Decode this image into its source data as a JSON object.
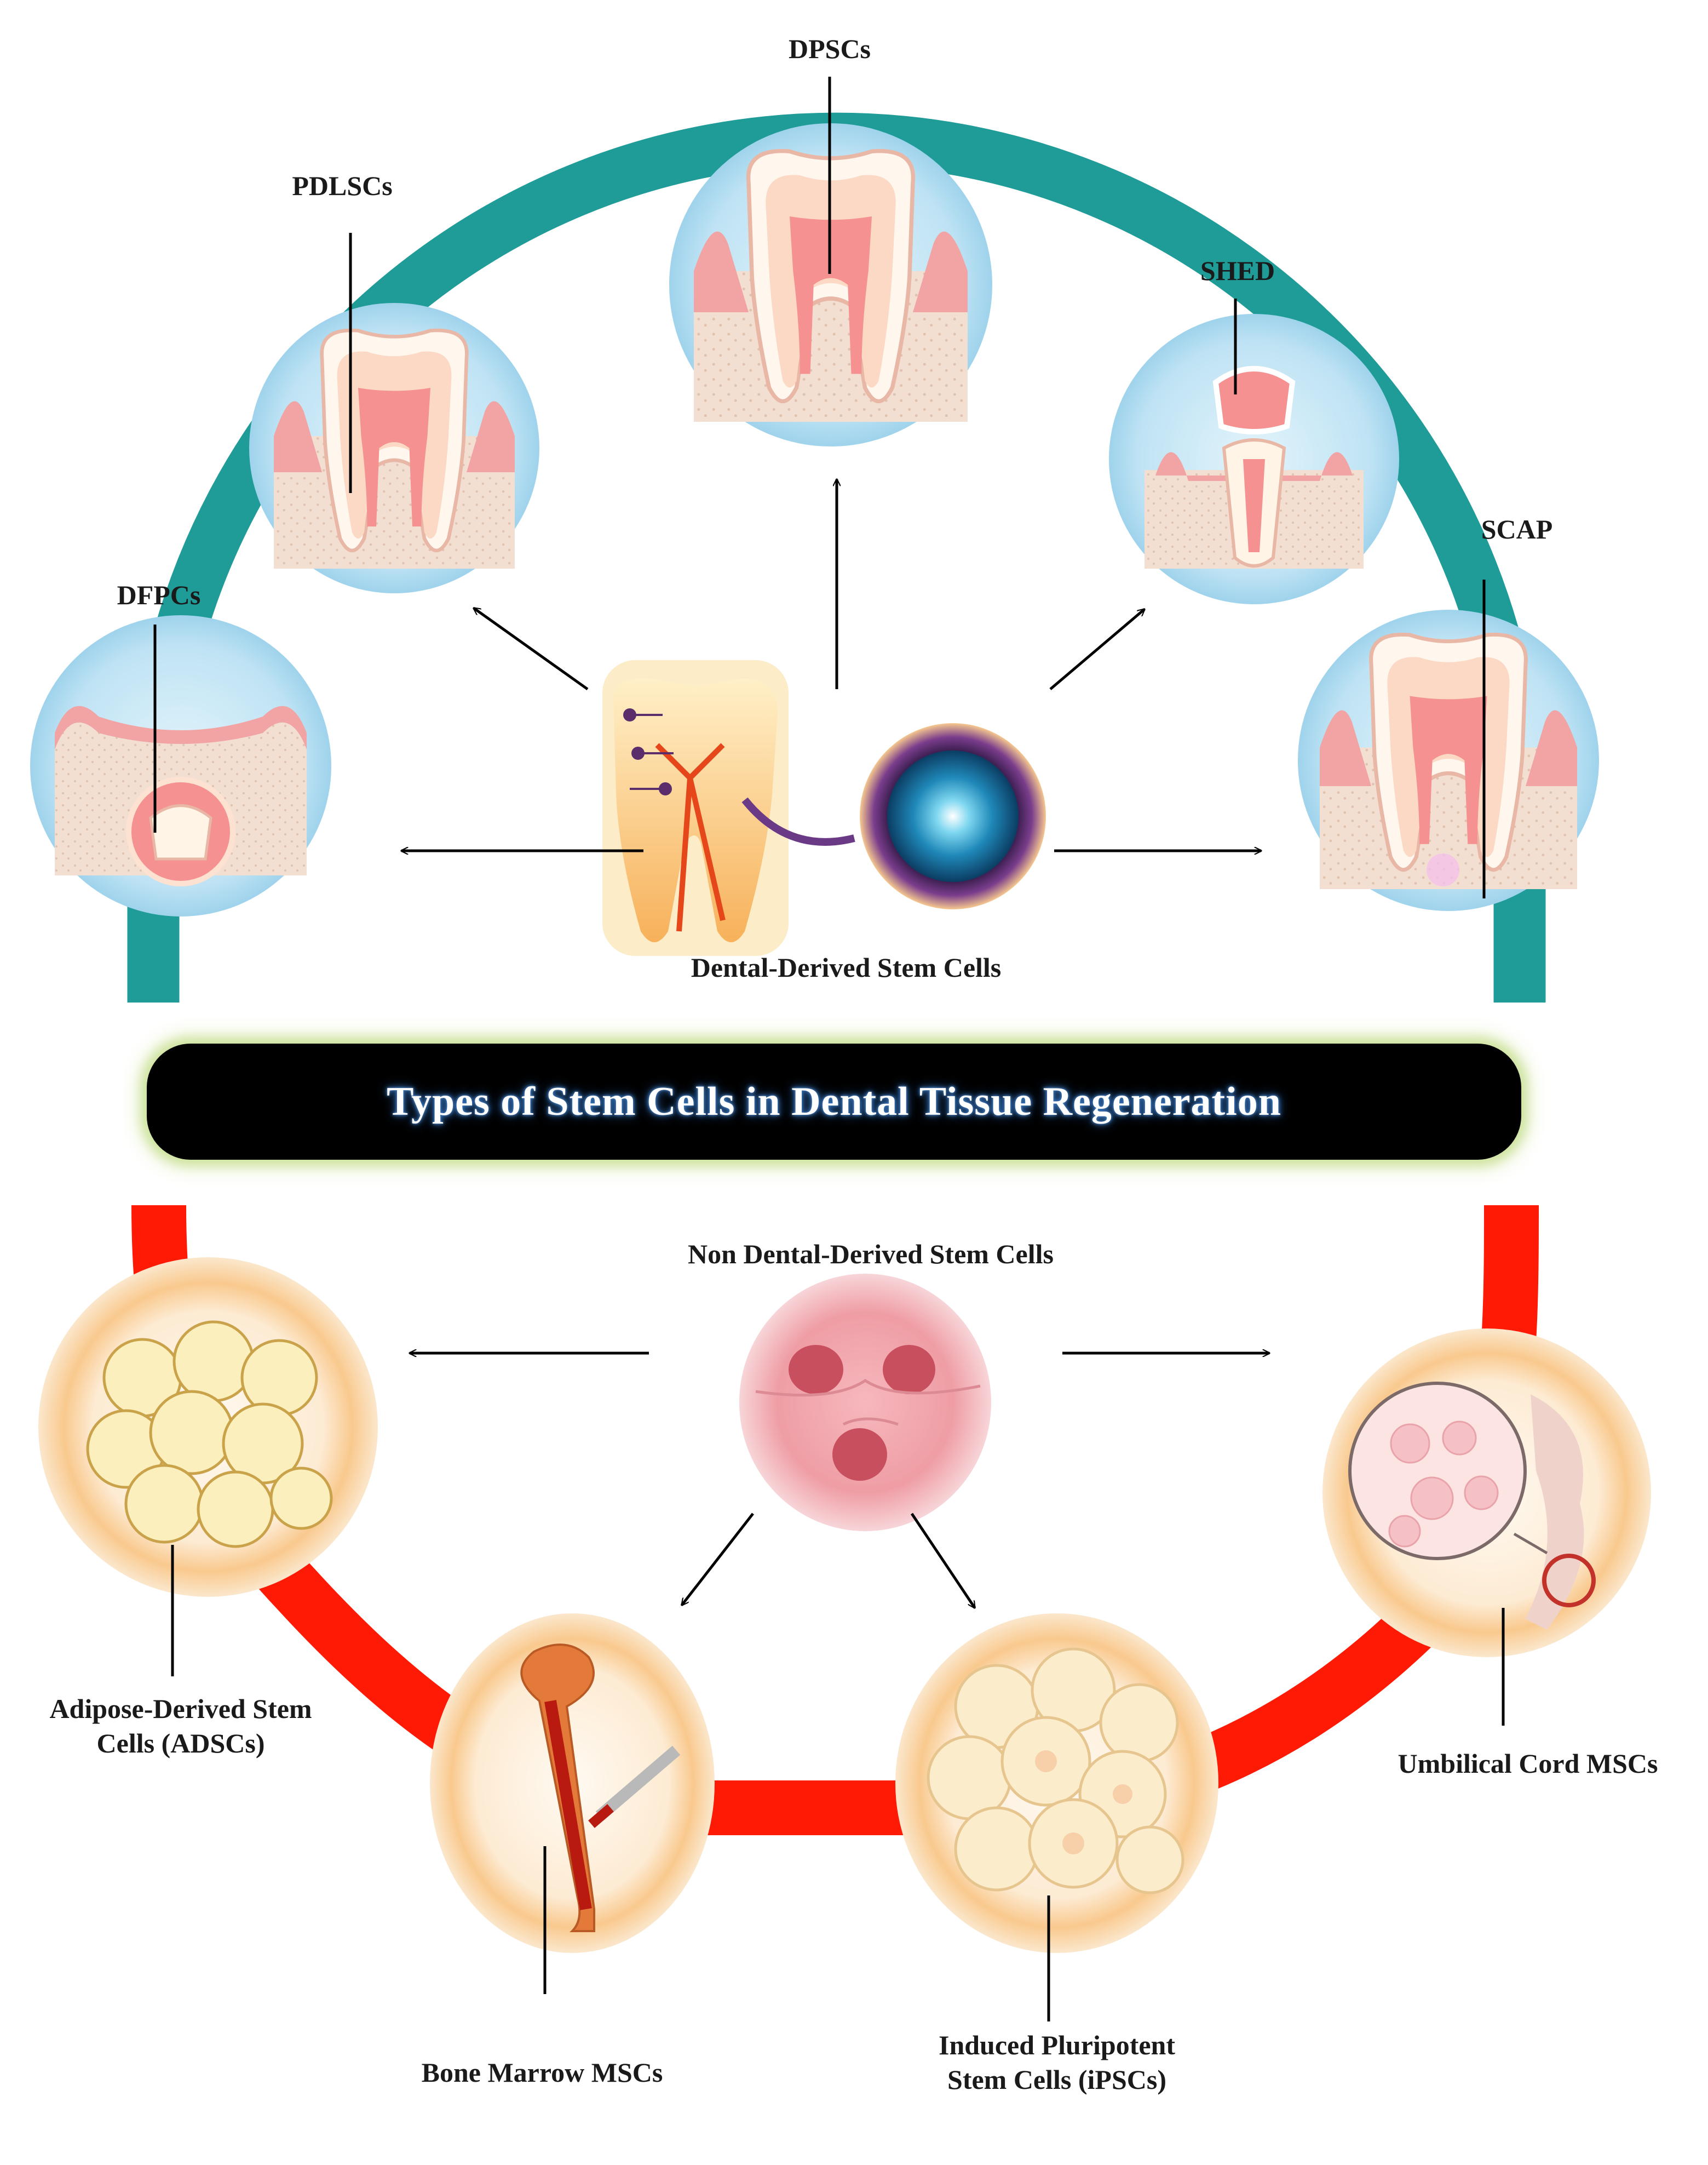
{
  "title": "Types of Stem Cells in Dental Tissue Regeneration",
  "dental": {
    "heading": "Dental-Derived Stem Cells",
    "types": [
      {
        "id": "dpscs",
        "label": "DPSCs"
      },
      {
        "id": "pdlscs",
        "label": "PDLSCs"
      },
      {
        "id": "shed",
        "label": "SHED"
      },
      {
        "id": "dfpcs",
        "label": "DFPCs"
      },
      {
        "id": "scap",
        "label": "SCAP"
      }
    ]
  },
  "non_dental": {
    "heading": "Non Dental-Derived Stem Cells",
    "types": [
      {
        "id": "adscs",
        "label_line1": "Adipose-Derived Stem",
        "label_line2": "Cells (ADSCs)"
      },
      {
        "id": "bm",
        "label": "Bone Marrow MSCs"
      },
      {
        "id": "ipscs",
        "label_line1": "Induced Pluripotent",
        "label_line2": "Stem Cells (iPSCs)"
      },
      {
        "id": "ucmsc",
        "label": "Umbilical Cord MSCs"
      }
    ]
  },
  "colors": {
    "teal_arc": "#1f9c98",
    "red_arc": "#ff1a05",
    "tooth_circle": "#cdebf7",
    "cell_circle": "#fbdcb0",
    "banner_bg": "#000000"
  }
}
